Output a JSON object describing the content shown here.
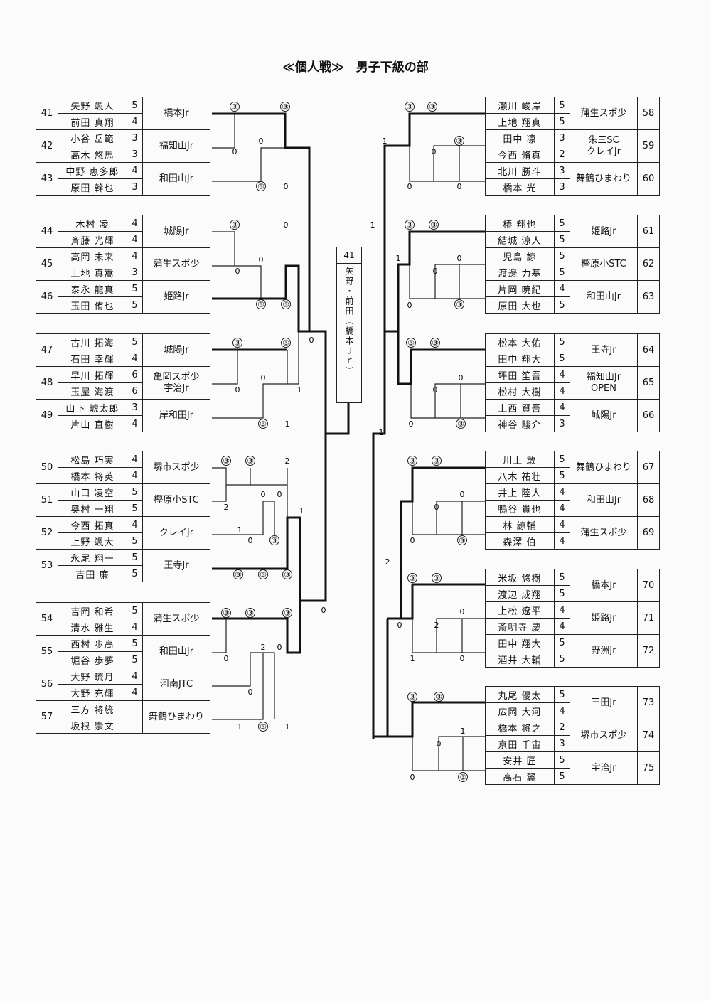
{
  "title": "≪個人戦≫　男子下級の部",
  "champion": {
    "num": "41",
    "text": "矢野・前田（橋本Ｊｒ）"
  },
  "left_groups": [
    [
      {
        "n": "41",
        "club": [
          "橋本Jr"
        ],
        "p": [
          [
            "矢野 颯人",
            "5"
          ],
          [
            "前田 真翔",
            "4"
          ]
        ]
      },
      {
        "n": "42",
        "club": [
          "福知山Jr"
        ],
        "p": [
          [
            "小谷 岳範",
            "3"
          ],
          [
            "高木 悠馬",
            "3"
          ]
        ]
      },
      {
        "n": "43",
        "club": [
          "和田山Jr"
        ],
        "p": [
          [
            "中野 恵多郎",
            "4"
          ],
          [
            "原田 幹也",
            "3"
          ]
        ]
      }
    ],
    [
      {
        "n": "44",
        "club": [
          "城陽Jr"
        ],
        "p": [
          [
            "木村 凌",
            "4"
          ],
          [
            "斉藤 光輝",
            "4"
          ]
        ]
      },
      {
        "n": "45",
        "club": [
          "蒲生スポ少"
        ],
        "p": [
          [
            "高岡 未来",
            "4"
          ],
          [
            "上地 真嵩",
            "3"
          ]
        ]
      },
      {
        "n": "46",
        "club": [
          "姫路Jr"
        ],
        "p": [
          [
            "泰永 龍真",
            "5"
          ],
          [
            "玉田 侑也",
            "5"
          ]
        ]
      }
    ],
    [
      {
        "n": "47",
        "club": [
          "城陽Jr"
        ],
        "p": [
          [
            "古川 拓海",
            "5"
          ],
          [
            "石田 幸輝",
            "4"
          ]
        ]
      },
      {
        "n": "48",
        "club": [
          "亀岡スポ少",
          "宇治Jr"
        ],
        "p": [
          [
            "早川 拓輝",
            "6"
          ],
          [
            "玉屋 海渡",
            "6"
          ]
        ]
      },
      {
        "n": "49",
        "club": [
          "岸和田Jr"
        ],
        "p": [
          [
            "山下 琥太郎",
            "3"
          ],
          [
            "片山 直樹",
            "4"
          ]
        ]
      }
    ],
    [
      {
        "n": "50",
        "club": [
          "堺市スポ少"
        ],
        "p": [
          [
            "松島 巧実",
            "4"
          ],
          [
            "橋本 将英",
            "4"
          ]
        ]
      },
      {
        "n": "51",
        "club": [
          "樫原小STC"
        ],
        "p": [
          [
            "山口 凌空",
            "5"
          ],
          [
            "奥村 一翔",
            "5"
          ]
        ]
      },
      {
        "n": "52",
        "club": [
          "クレイJr"
        ],
        "p": [
          [
            "今西 拓真",
            "4"
          ],
          [
            "上野 颯大",
            "5"
          ]
        ]
      },
      {
        "n": "53",
        "club": [
          "王寺Jr"
        ],
        "p": [
          [
            "永尾 翔一",
            "5"
          ],
          [
            "吉田 廉",
            "5"
          ]
        ]
      }
    ],
    [
      {
        "n": "54",
        "club": [
          "蒲生スポ少"
        ],
        "p": [
          [
            "吉岡 和希",
            "5"
          ],
          [
            "清水 雅生",
            "4"
          ]
        ]
      },
      {
        "n": "55",
        "club": [
          "和田山Jr"
        ],
        "p": [
          [
            "西村 歩高",
            "5"
          ],
          [
            "堀谷 歩夢",
            "5"
          ]
        ]
      },
      {
        "n": "56",
        "club": [
          "河南JTC"
        ],
        "p": [
          [
            "大野 琉月",
            "4"
          ],
          [
            "大野 充輝",
            "4"
          ]
        ]
      },
      {
        "n": "57",
        "club": [
          "舞鶴ひまわり"
        ],
        "p": [
          [
            "三方 将統",
            ""
          ],
          [
            "坂根 崇文",
            ""
          ]
        ]
      }
    ]
  ],
  "right_groups": [
    [
      {
        "n": "58",
        "club": [
          "蒲生スポ少"
        ],
        "p": [
          [
            "瀬川 峻岸",
            "5"
          ],
          [
            "上地 翔真",
            "5"
          ]
        ]
      },
      {
        "n": "59",
        "club": [
          "朱三SC",
          "クレイJr"
        ],
        "p": [
          [
            "田中 凛",
            "3"
          ],
          [
            "今西 脩真",
            "2"
          ]
        ]
      },
      {
        "n": "60",
        "club": [
          "舞鶴ひまわり"
        ],
        "p": [
          [
            "北川 勝斗",
            "3"
          ],
          [
            "橋本 光",
            "3"
          ]
        ]
      }
    ],
    [
      {
        "n": "61",
        "club": [
          "姫路Jr"
        ],
        "p": [
          [
            "椿 翔也",
            "5"
          ],
          [
            "結城 涼人",
            "5"
          ]
        ]
      },
      {
        "n": "62",
        "club": [
          "樫原小STC"
        ],
        "p": [
          [
            "児島 諒",
            "5"
          ],
          [
            "渡邊 力基",
            "5"
          ]
        ]
      },
      {
        "n": "63",
        "club": [
          "和田山Jr"
        ],
        "p": [
          [
            "片岡 暁紀",
            "4"
          ],
          [
            "原田 大也",
            "5"
          ]
        ]
      }
    ],
    [
      {
        "n": "64",
        "club": [
          "王寺Jr"
        ],
        "p": [
          [
            "松本 大佑",
            "5"
          ],
          [
            "田中 翔大",
            "5"
          ]
        ]
      },
      {
        "n": "65",
        "club": [
          "福知山Jr",
          "OPEN"
        ],
        "p": [
          [
            "坪田 笙吾",
            "4"
          ],
          [
            "松村 大樹",
            "4"
          ]
        ]
      },
      {
        "n": "66",
        "club": [
          "城陽Jr"
        ],
        "p": [
          [
            "上西 賢吾",
            "4"
          ],
          [
            "神谷 駿介",
            "3"
          ]
        ]
      }
    ],
    [
      {
        "n": "67",
        "club": [
          "舞鶴ひまわり"
        ],
        "p": [
          [
            "川上 敢",
            "5"
          ],
          [
            "八木 祐壮",
            "5"
          ]
        ]
      },
      {
        "n": "68",
        "club": [
          "和田山Jr"
        ],
        "p": [
          [
            "井上 陸人",
            "4"
          ],
          [
            "鴨谷 貴也",
            "4"
          ]
        ]
      },
      {
        "n": "69",
        "club": [
          "蒲生スポ少"
        ],
        "p": [
          [
            "林 諒輔",
            "4"
          ],
          [
            "森澤 伯",
            "4"
          ]
        ]
      }
    ],
    [
      {
        "n": "70",
        "club": [
          "橋本Jr"
        ],
        "p": [
          [
            "米坂 悠樹",
            "5"
          ],
          [
            "渡辺 成翔",
            "5"
          ]
        ]
      },
      {
        "n": "71",
        "club": [
          "姫路Jr"
        ],
        "p": [
          [
            "上松 遼平",
            "4"
          ],
          [
            "斎明寺 慶",
            "4"
          ]
        ]
      },
      {
        "n": "72",
        "club": [
          "野洲Jr"
        ],
        "p": [
          [
            "田中 翔大",
            "5"
          ],
          [
            "酒井 大輔",
            "5"
          ]
        ]
      }
    ],
    [
      {
        "n": "73",
        "club": [
          "三田Jr"
        ],
        "p": [
          [
            "丸尾 優太",
            "5"
          ],
          [
            "広岡 大河",
            "4"
          ]
        ]
      },
      {
        "n": "74",
        "club": [
          "堺市スポ少"
        ],
        "p": [
          [
            "橋本 将之",
            "2"
          ],
          [
            "京田 千宙",
            "3"
          ]
        ]
      },
      {
        "n": "75",
        "club": [
          "宇治Jr"
        ],
        "p": [
          [
            "安井 匠",
            "5"
          ],
          [
            "高石 翼",
            "5"
          ]
        ]
      }
    ]
  ],
  "scores": [
    [
      "③",
      330,
      150
    ],
    [
      "③",
      401,
      150
    ],
    [
      "0",
      330,
      213
    ],
    [
      "0",
      367,
      198
    ],
    [
      "③",
      367,
      262
    ],
    [
      "0",
      402,
      262
    ],
    [
      "③",
      330,
      316
    ],
    [
      "0",
      402,
      316
    ],
    [
      "0",
      334,
      381
    ],
    [
      "0",
      367,
      365
    ],
    [
      "③",
      367,
      428
    ],
    [
      "③",
      402,
      428
    ],
    [
      "③",
      334,
      482
    ],
    [
      "③",
      402,
      482
    ],
    [
      "0",
      334,
      548
    ],
    [
      "0",
      370,
      531
    ],
    [
      "③",
      370,
      596
    ],
    [
      "1",
      404,
      596
    ],
    [
      "1",
      421,
      548
    ],
    [
      "0",
      438,
      478
    ],
    [
      "③",
      318,
      648
    ],
    [
      "③",
      352,
      648
    ],
    [
      "2",
      404,
      648
    ],
    [
      "2",
      318,
      713
    ],
    [
      "0",
      370,
      695
    ],
    [
      "0",
      393,
      695
    ],
    [
      "1",
      337,
      745
    ],
    [
      "0",
      352,
      760
    ],
    [
      "③",
      386,
      760
    ],
    [
      "③",
      335,
      808
    ],
    [
      "③",
      370,
      808
    ],
    [
      "③",
      404,
      808
    ],
    [
      "1",
      424,
      718
    ],
    [
      "③",
      318,
      862
    ],
    [
      "③",
      352,
      862
    ],
    [
      "③",
      404,
      862
    ],
    [
      "0",
      318,
      926
    ],
    [
      "2",
      370,
      910
    ],
    [
      "0",
      393,
      910
    ],
    [
      "0",
      352,
      973
    ],
    [
      "③",
      370,
      1022
    ],
    [
      "1",
      337,
      1022
    ],
    [
      "1",
      404,
      1022
    ],
    [
      "0",
      455,
      858
    ],
    [
      "③",
      576,
      150
    ],
    [
      "③",
      608,
      150
    ],
    [
      "1",
      541,
      198
    ],
    [
      "0",
      610,
      213
    ],
    [
      "③",
      646,
      198
    ],
    [
      "0",
      576,
      262
    ],
    [
      "0",
      646,
      262
    ],
    [
      "1",
      524,
      316
    ],
    [
      "③",
      576,
      316
    ],
    [
      "③",
      610,
      316
    ],
    [
      "1",
      560,
      363
    ],
    [
      "0",
      612,
      381
    ],
    [
      "0",
      646,
      363
    ],
    [
      "0",
      576,
      429
    ],
    [
      "③",
      646,
      428
    ],
    [
      "③",
      578,
      482
    ],
    [
      "③",
      612,
      482
    ],
    [
      "0",
      612,
      548
    ],
    [
      "0",
      648,
      531
    ],
    [
      "0",
      578,
      596
    ],
    [
      "③",
      648,
      596
    ],
    [
      "1",
      536,
      608
    ],
    [
      "③",
      580,
      648
    ],
    [
      "③",
      614,
      648
    ],
    [
      "0",
      614,
      713
    ],
    [
      "0",
      650,
      695
    ],
    [
      "0",
      580,
      760
    ],
    [
      "③",
      650,
      760
    ],
    [
      "2",
      545,
      790
    ],
    [
      "③",
      580,
      813
    ],
    [
      "③",
      614,
      813
    ],
    [
      "0",
      562,
      879
    ],
    [
      "2",
      614,
      879
    ],
    [
      "0",
      650,
      860
    ],
    [
      "1",
      580,
      926
    ],
    [
      "0",
      650,
      926
    ],
    [
      "③",
      580,
      980
    ],
    [
      "③",
      617,
      980
    ],
    [
      "0",
      617,
      1046
    ],
    [
      "1",
      651,
      1028
    ],
    [
      "0",
      580,
      1093
    ],
    [
      "③",
      651,
      1093
    ]
  ]
}
